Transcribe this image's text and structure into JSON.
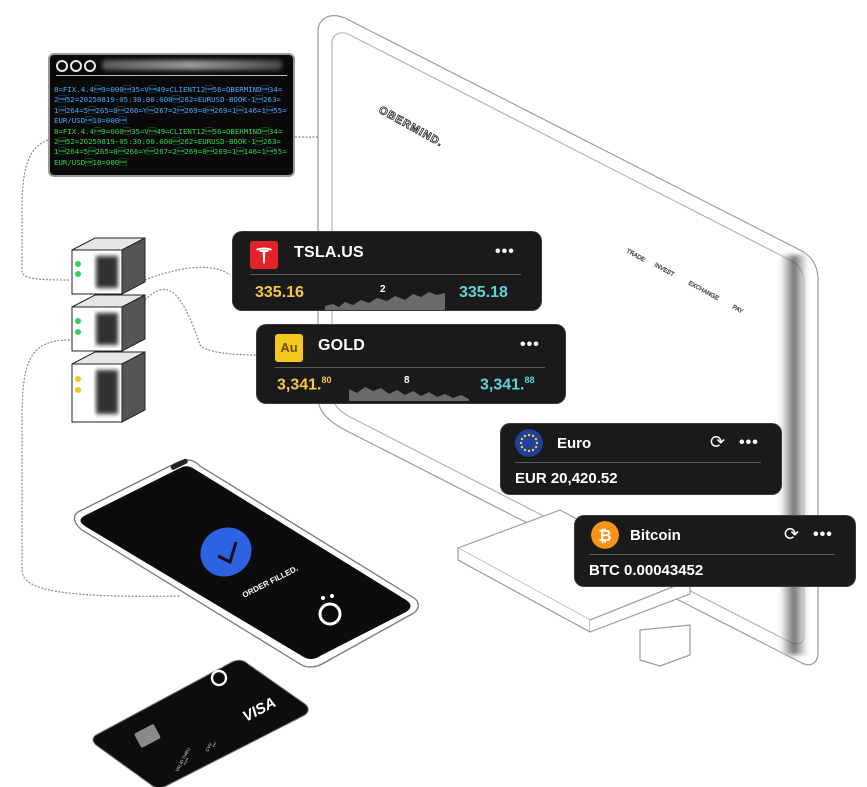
{
  "monitor": {
    "brand": "OBERMIND.",
    "nav": [
      "TRADE",
      "INVEST",
      "EXCHANGE",
      "PAY"
    ]
  },
  "terminal": {
    "message_1": "8=FIX.4.4\u00019=000\u000135=V\u000149=CLIENT12\u000156=OBERMIND\u000134=2\u000152=20250819-05:30:00.000\u0001262=EURUSD-BOOK-1\u0001263=1\u0001264=5\u0001265=0\u0001266=Y\u0001267=2\u0001269=0\u0001269=1\u0001146=1\u000155=EUR/USD\u000110=000\u0001",
    "message_2": "8=FIX.4.4\u00019=000\u000135=V\u000149=CLIENT12\u000156=OBERMIND\u000134=2\u000152=20250819-05:30:00.000\u0001262=EURUSD-BOOK-1\u0001263=1\u0001264=5\u0001265=0\u0001266=Y\u0001267=2\u0001269=0\u0001269=1\u0001146=1\u000155=EUR/USD\u000110=000\u0001"
  },
  "tickers": {
    "tsla": {
      "symbol": "TSLA.US",
      "bid": "335.16",
      "spread": "2",
      "ask": "335.18",
      "menu": "•••"
    },
    "gold": {
      "symbol": "GOLD",
      "logo_text": "Au",
      "bid_main": "3,341.",
      "bid_frac": "80",
      "spread": "8",
      "ask_main": "3,341.",
      "ask_frac": "88",
      "menu": "•••"
    }
  },
  "balances": {
    "euro": {
      "name": "Euro",
      "amount": "EUR 20,420.52",
      "menu": "•••",
      "icon": "eu-flag-icon"
    },
    "bitcoin": {
      "name": "Bitcoin",
      "amount": "BTC 0.00043452",
      "menu": "•••",
      "icon": "bitcoin-icon",
      "color": "#f7931a"
    }
  },
  "phone": {
    "status": "ORDER FILLED.",
    "accent": "#2d63e3"
  },
  "card": {
    "network": "VISA",
    "valid_label": "VALID THRU",
    "valid_value": "**/**",
    "cvv_label": "CVV",
    "cvv_value": "***"
  },
  "colors": {
    "bid": "#f6c744",
    "ask": "#5fd4d6",
    "tsla_red": "#e0242b",
    "gold": "#f4c81c",
    "fix_blue": "#48a8ff",
    "fix_green": "#39d353"
  }
}
